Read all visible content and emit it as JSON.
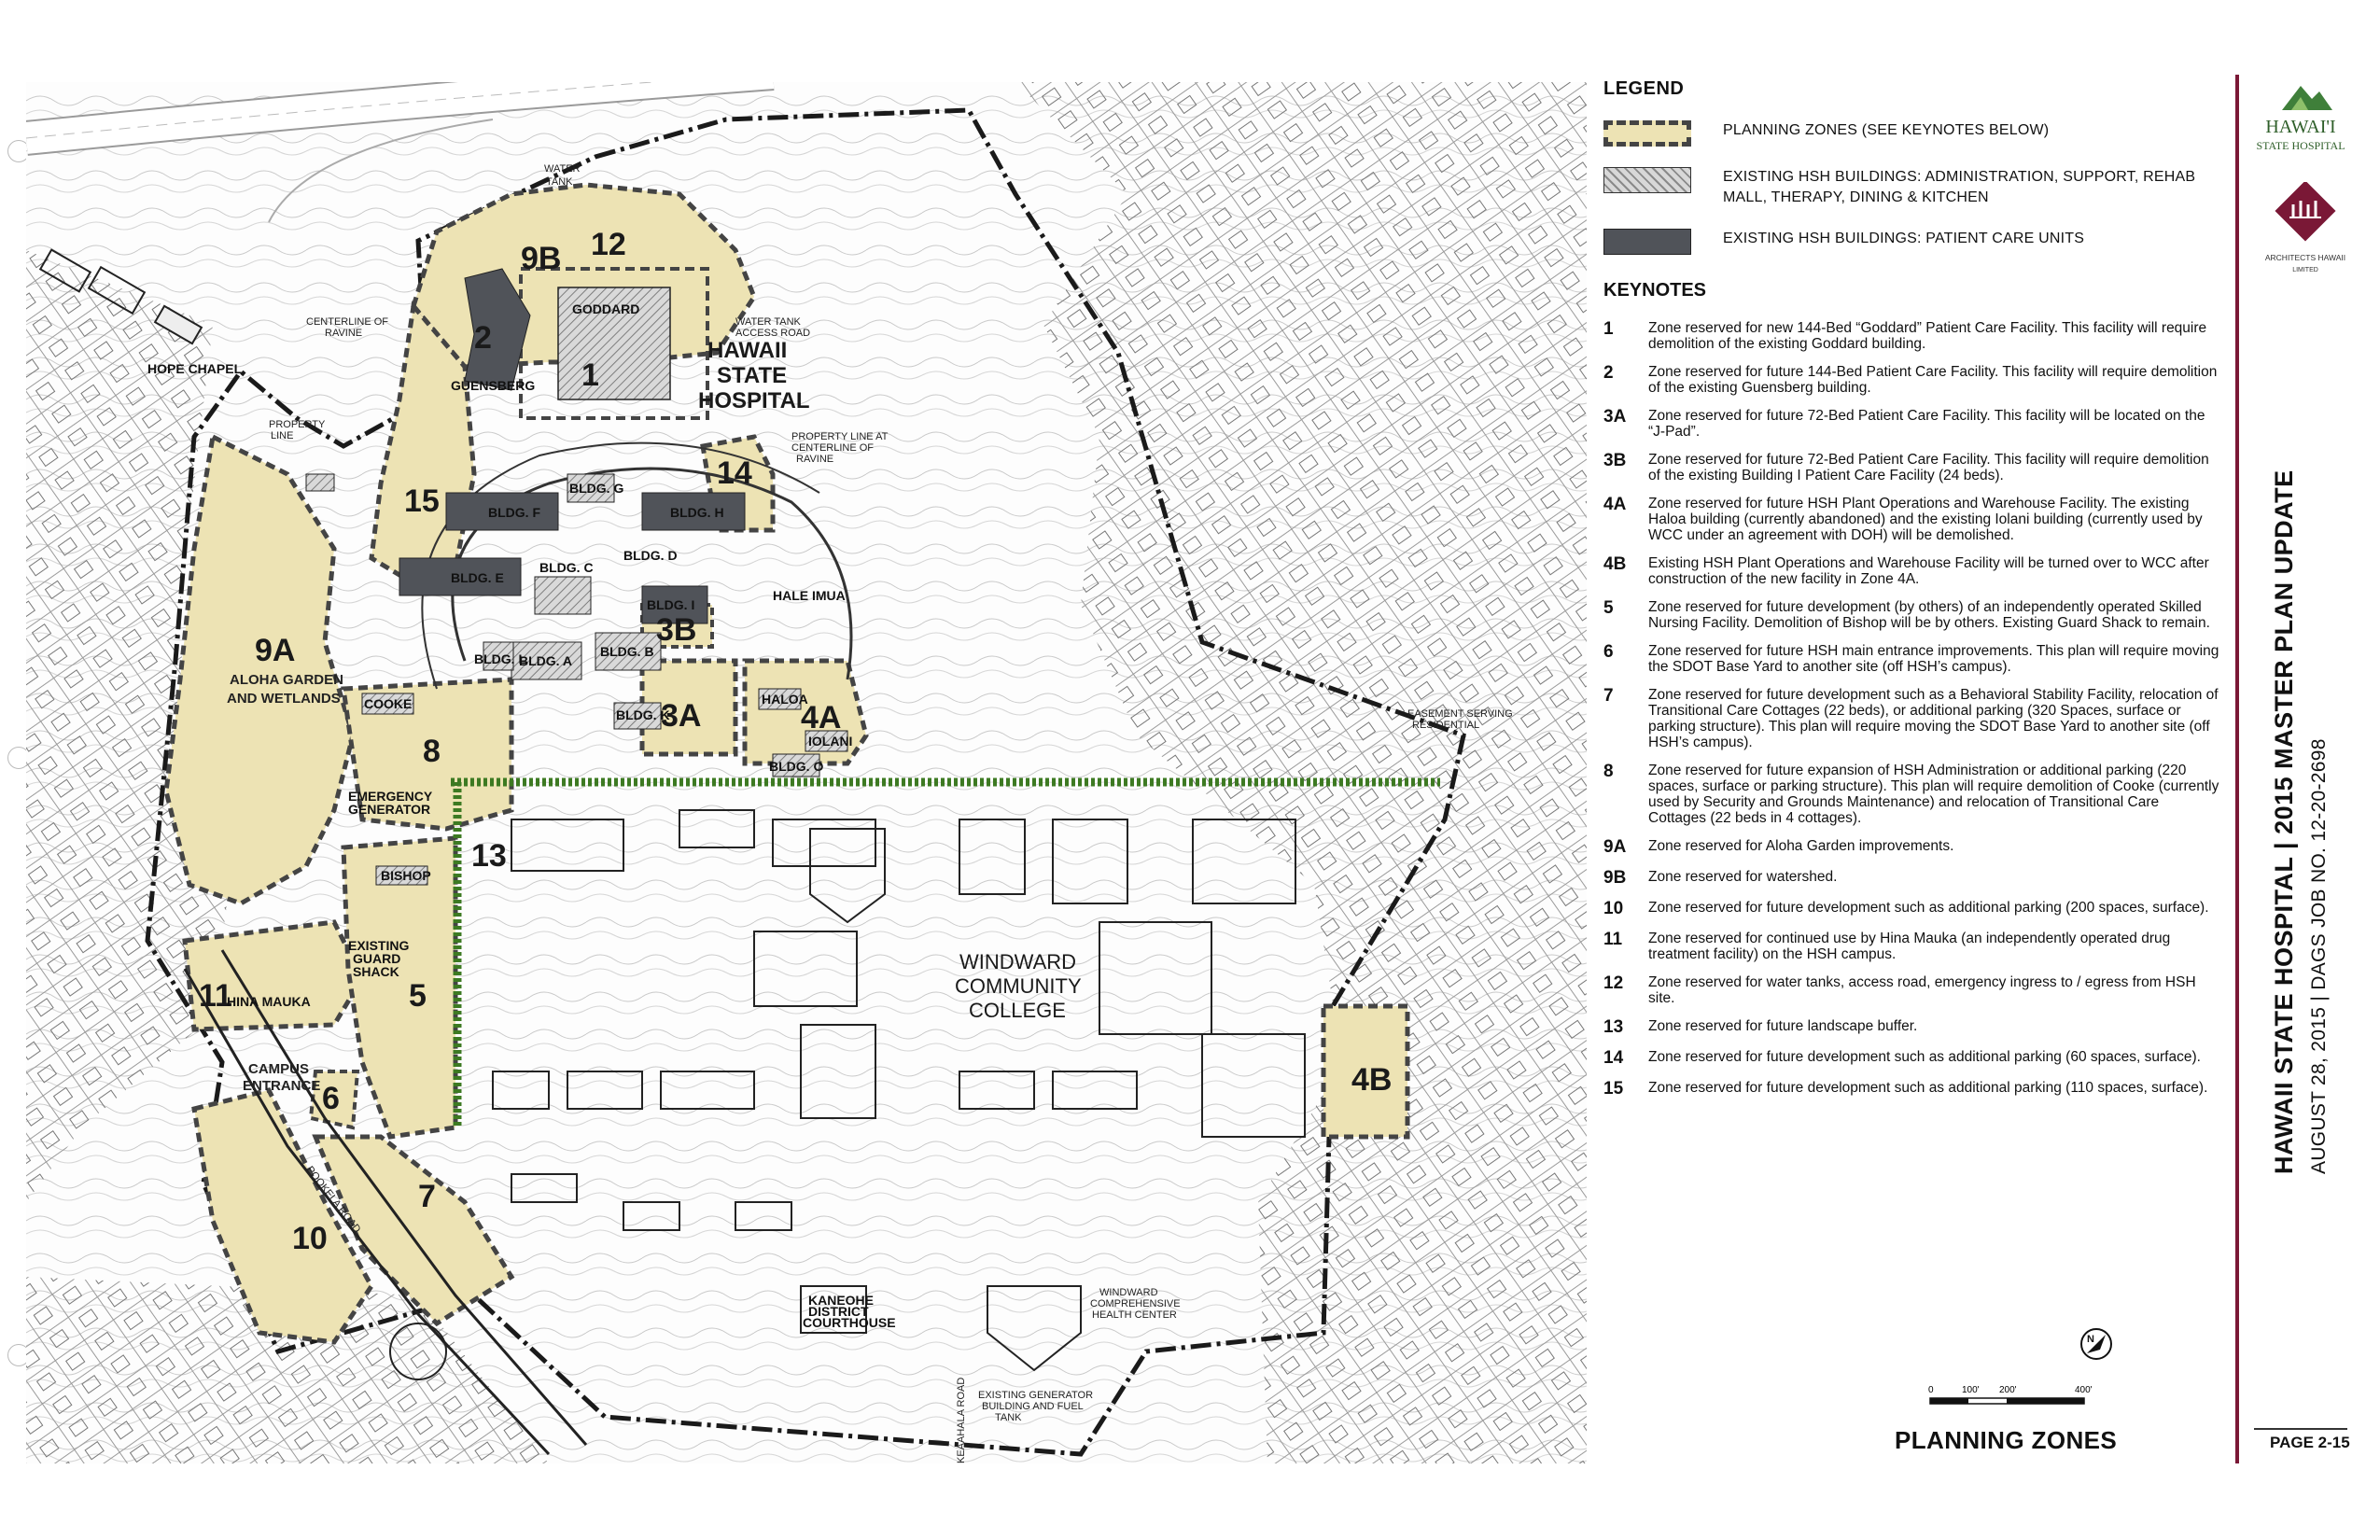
{
  "legend": {
    "title": "LEGEND",
    "items": [
      {
        "key": "zone",
        "label": "PLANNING ZONES (SEE KEYNOTES BELOW)"
      },
      {
        "key": "existing",
        "label": "EXISTING HSH BUILDINGS: ADMINISTRATION, SUPPORT, REHAB MALL, THERAPY, DINING & KITCHEN"
      },
      {
        "key": "patient",
        "label": "EXISTING HSH BUILDINGS: PATIENT CARE UNITS"
      }
    ],
    "colors": {
      "zone_fill": "#ede3b4",
      "zone_border": "#444444",
      "existing_fill": "#a8a8a8",
      "patient_fill": "#505359",
      "buffer_green": "#3d7a22",
      "brand": "#7a1836"
    }
  },
  "keynotes": {
    "title": "KEYNOTES",
    "items": [
      {
        "num": "1",
        "text": "Zone reserved for new 144-Bed “Goddard” Patient Care Facility. This facility will require demolition of the existing Goddard building."
      },
      {
        "num": "2",
        "text": "Zone reserved for future 144-Bed Patient Care Facility. This facility will require demolition of the existing Guensberg building."
      },
      {
        "num": "3A",
        "text": "Zone reserved for future 72-Bed Patient Care Facility. This facility will be located on the “J-Pad”."
      },
      {
        "num": "3B",
        "text": "Zone reserved for future 72-Bed Patient Care Facility. This facility will require demolition of the existing Building I Patient Care Facility (24 beds)."
      },
      {
        "num": "4A",
        "text": "Zone reserved for future HSH Plant Operations and Warehouse Facility. The existing Haloa building (currently abandoned) and the existing Iolani building (currently used by WCC under an agreement with DOH) will be demolished."
      },
      {
        "num": "4B",
        "text": "Existing HSH Plant Operations and Warehouse Facility will be turned over to WCC after construction of the new facility in Zone 4A."
      },
      {
        "num": "5",
        "text": "Zone reserved for future development (by others) of an independently operated Skilled Nursing Facility. Demolition of Bishop will be by others. Existing Guard Shack to remain."
      },
      {
        "num": "6",
        "text": "Zone reserved for future HSH main entrance improvements. This plan will require moving the SDOT Base Yard to another site (off HSH’s campus)."
      },
      {
        "num": "7",
        "text": "Zone reserved for future development such as a Behavioral Stability Facility, relocation of Transitional Care Cottages (22 beds), or additional parking (320 Spaces, surface or parking structure). This plan will require moving the SDOT Base Yard to another site (off HSH’s campus)."
      },
      {
        "num": "8",
        "text": "Zone reserved for future expansion of HSH Administration or additional parking (220 spaces, surface or parking structure). This plan will require demolition of Cooke (currently used by Security and Grounds Maintenance) and relocation of Transitional Care Cottages (22 beds in 4 cottages)."
      },
      {
        "num": "9A",
        "text": "Zone reserved for Aloha Garden improvements."
      },
      {
        "num": "9B",
        "text": "Zone reserved for watershed."
      },
      {
        "num": "10",
        "text": "Zone reserved for future development such as additional parking (200 spaces, surface)."
      },
      {
        "num": "11",
        "text": "Zone reserved for continued use by Hina Mauka (an independently operated drug treatment facility) on the HSH campus."
      },
      {
        "num": "12",
        "text": "Zone reserved for water tanks, access road, emergency ingress to / egress from HSH site."
      },
      {
        "num": "13",
        "text": "Zone reserved for future landscape buffer."
      },
      {
        "num": "14",
        "text": "Zone reserved for future development such as additional parking (60 spaces, surface)."
      },
      {
        "num": "15",
        "text": "Zone reserved for future development such as additional parking (110 spaces, surface)."
      }
    ]
  },
  "map": {
    "zones": {
      "z1": "1",
      "z2": "2",
      "z3a": "3A",
      "z3b": "3B",
      "z4a": "4A",
      "z4b": "4B",
      "z5": "5",
      "z6": "6",
      "z7": "7",
      "z8": "8",
      "z9a": "9A",
      "z9b": "9B",
      "z10": "10",
      "z11": "11",
      "z12": "12",
      "z13": "13",
      "z14": "14",
      "z15": "15"
    },
    "buildings": {
      "goddard": "GODDARD",
      "guensberg": "GUENSBERG",
      "f": "BLDG. F",
      "g": "BLDG. G",
      "h": "BLDG. H",
      "e": "BLDG. E",
      "c": "BLDG. C",
      "d": "BLDG. D",
      "i": "BLDG. I",
      "l": "BLDG. L",
      "a": "BLDG. A",
      "b": "BLDG. B",
      "k": "BLDG. K",
      "o": "BLDG. O",
      "cooke": "COOKE",
      "bishop": "BISHOP",
      "haloa": "HALOA",
      "iolani": "IOLANI",
      "hina": "HINA MAUKA",
      "hale": "HALE IMUA"
    },
    "labels": {
      "hsh1": "HAWAII",
      "hsh2": "STATE",
      "hsh3": "HOSPITAL",
      "wcc1": "WINDWARD",
      "wcc2": "COMMUNITY",
      "wcc3": "COLLEGE",
      "aloha1": "ALOHA GARDEN",
      "aloha2": "AND WETLANDS",
      "hope": "HOPE CHAPEL",
      "water1": "WATER",
      "water2": "TANK",
      "emerg1": "EMERGENCY",
      "emerg2": "GENERATOR",
      "guard1": "EXISTING",
      "guard2": "GUARD",
      "guard3": "SHACK",
      "campus1": "CAMPUS",
      "campus2": "ENTRANCE",
      "court1": "KANEOHE",
      "court2": "DISTRICT",
      "court3": "COURTHOUSE",
      "health1": "WINDWARD",
      "health2": "COMPREHENSIVE",
      "health3": "HEALTH CENTER",
      "gen1": "EXISTING GENERATOR",
      "gen2": "BUILDING AND FUEL",
      "gen3": "TANK",
      "road1": "POOKELA ROAD",
      "road2": "KEAAHALA ROAD",
      "ravine1": "CENTERLINE OF",
      "ravine2": "RAVINE",
      "prop1": "PROPERTY",
      "prop2": "LINE",
      "watertank1": "WATER TANK",
      "watertank2": "ACCESS ROAD",
      "propr1": "PROPERTY LINE AT",
      "propr2": "CENTERLINE OF",
      "propr3": "RAVINE",
      "ease1": "EASEMENT SERVING",
      "ease2": "RESIDENTIAL"
    }
  },
  "scale_bar": {
    "ticks": [
      "0",
      "100'",
      "200'",
      "400'"
    ]
  },
  "plan_title": "PLANNING ZONES",
  "title_block": {
    "logo_hsh_1": "HAWAI'I",
    "logo_hsh_2": "STATE HOSPITAL",
    "logo_ah_1": "ARCHITECTS HAWAII",
    "logo_ah_2": "LIMITED",
    "project_title": "HAWAII STATE HOSPITAL | 2015 MASTER PLAN UPDATE",
    "subtitle": "AUGUST 28, 2015 | DAGS JOB NO. 12-20-2698",
    "page": "PAGE 2-15"
  }
}
